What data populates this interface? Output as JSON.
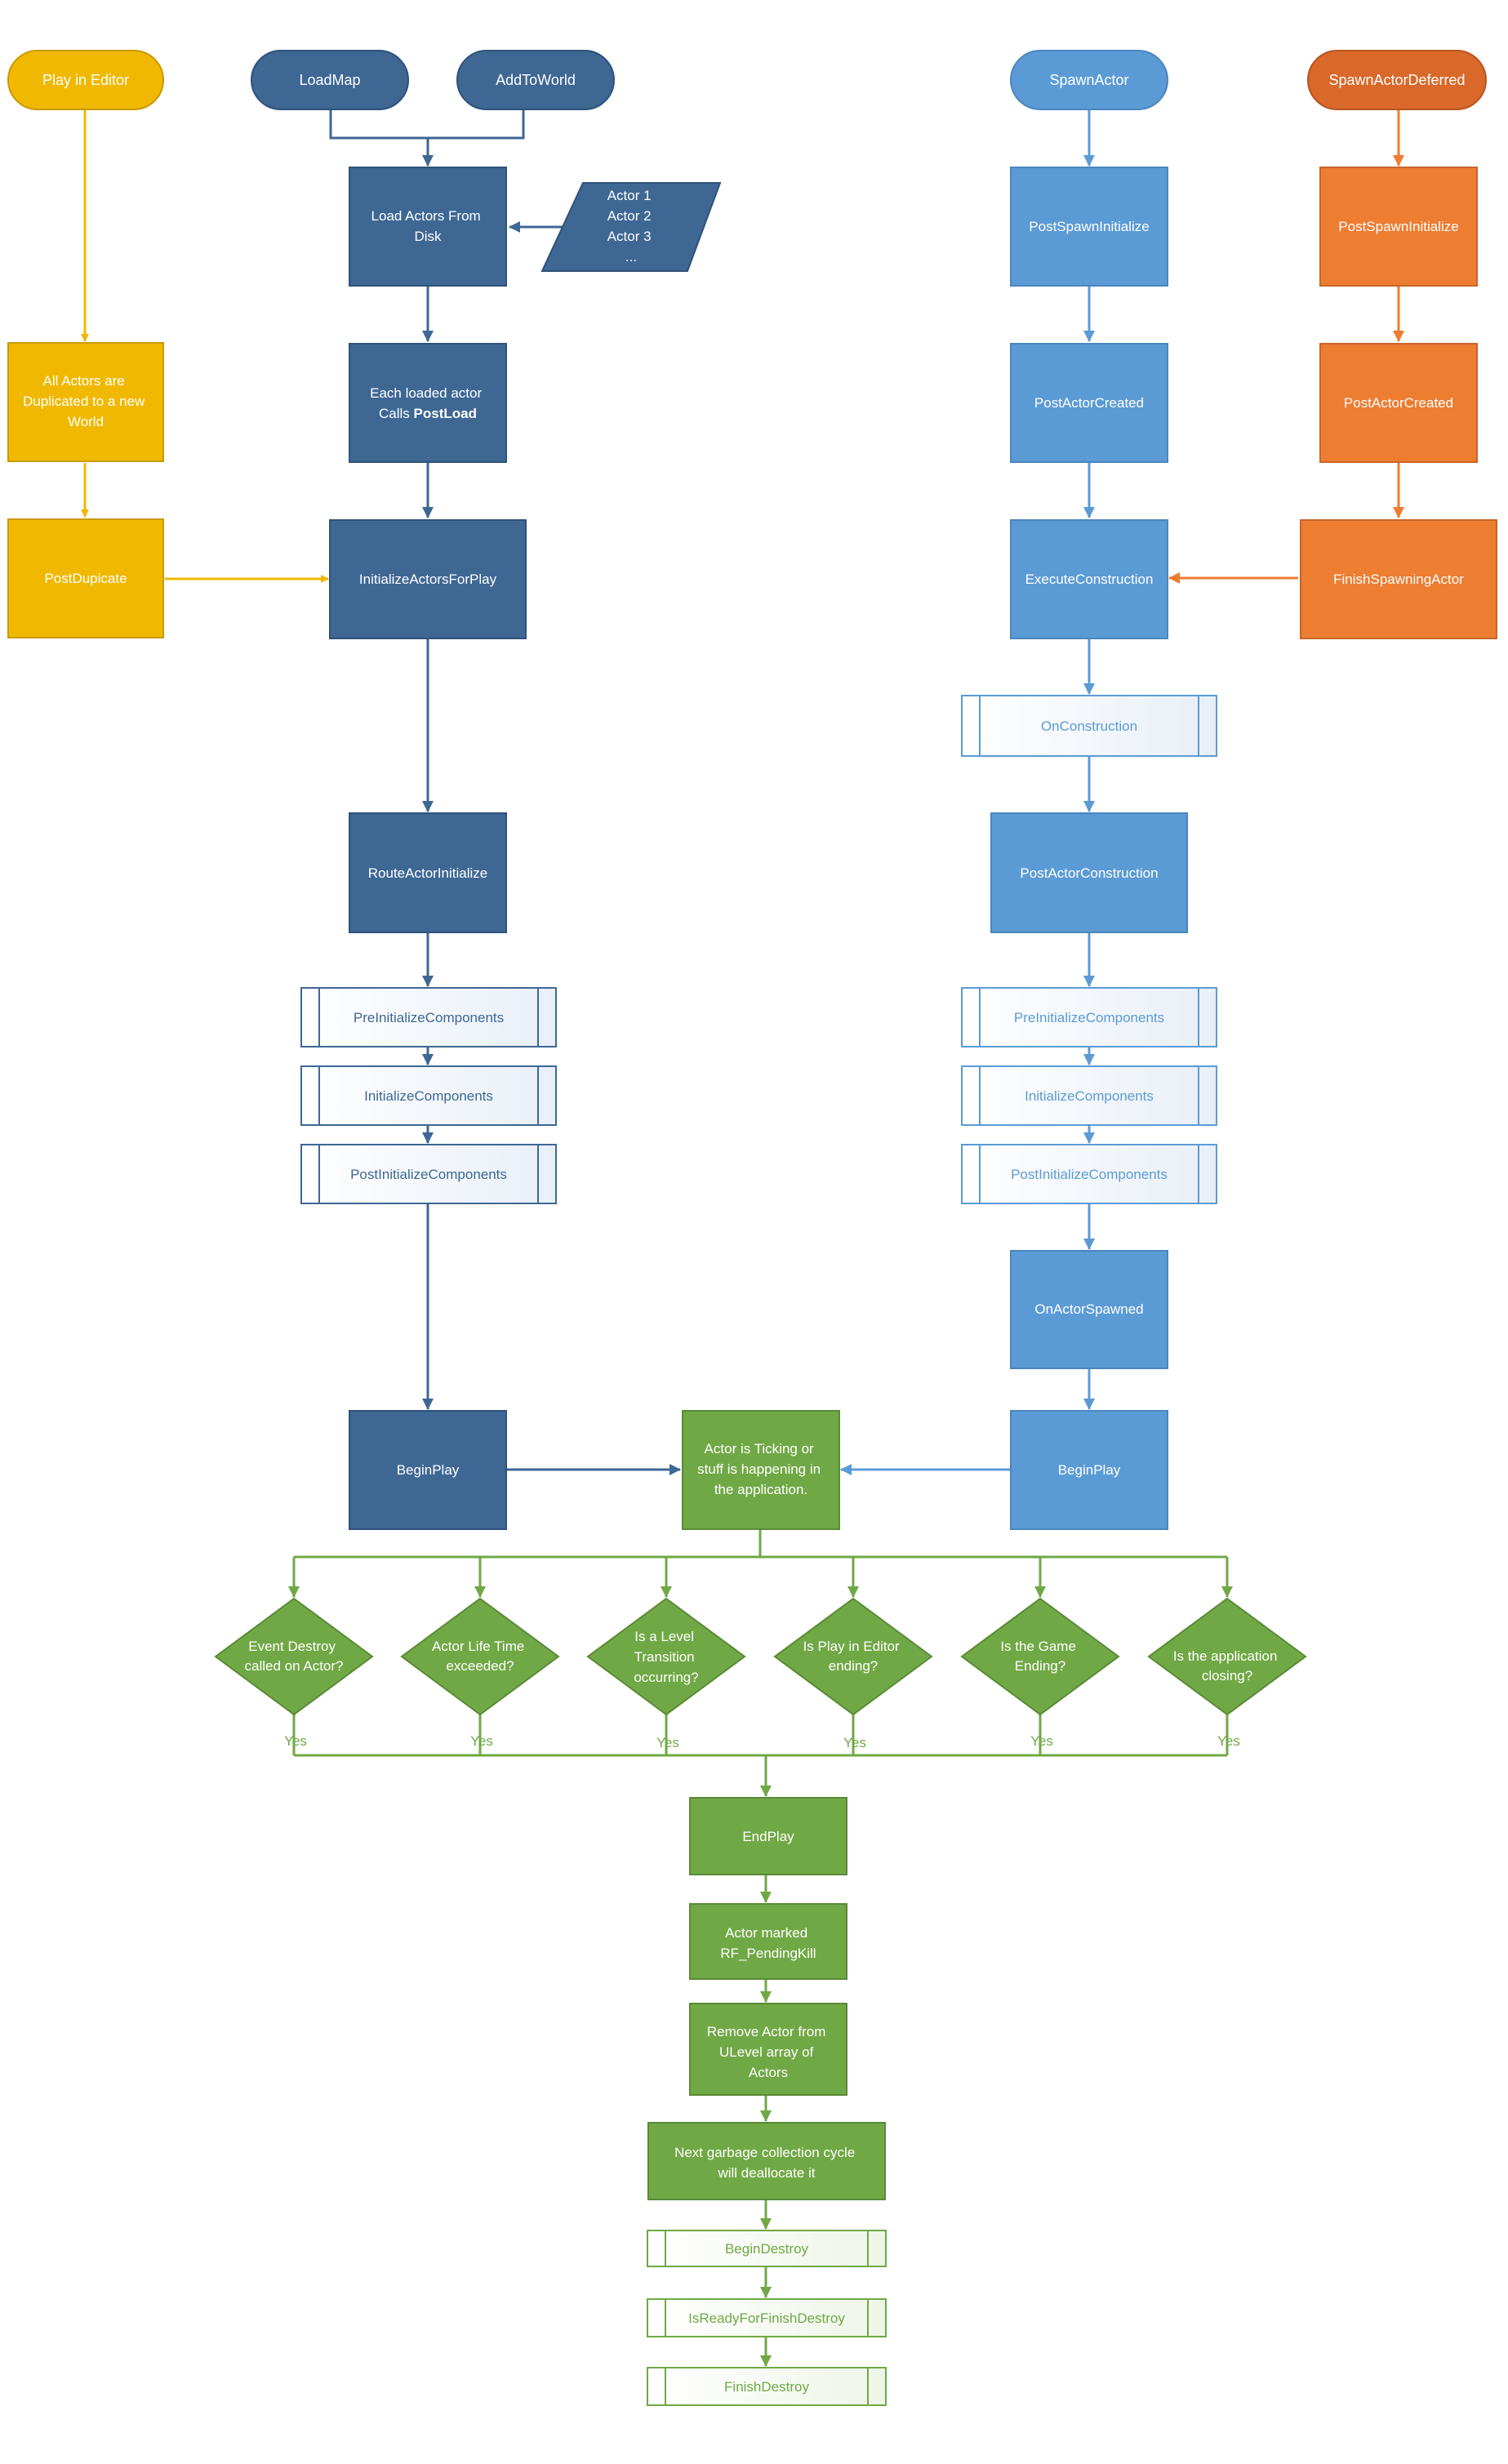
{
  "colors": {
    "editor_yellow": "#f0b800",
    "editor_yellow_stroke": "#c99a00",
    "load_blue": "#3e6794",
    "load_blue_stroke": "#2f5279",
    "spawn_blue": "#5b9bd5",
    "spawn_blue_stroke": "#4a86bd",
    "deferred_orange": "#ed7d31",
    "deferred_orange_stroke": "#c86527",
    "end_green": "#70a845",
    "end_green_stroke": "#5a8a36",
    "line_yellow": "#f0b800",
    "line_dark_blue": "#3e6794",
    "line_light_blue": "#5b9bd5",
    "line_orange": "#ed7d31",
    "line_green": "#70a845"
  },
  "nodes": {
    "play_in_editor": "Play in Editor",
    "actors_duplicated": [
      "All Actors are",
      "Duplicated to a new",
      "World"
    ],
    "post_duplicate": "PostDupicate",
    "load_map": "LoadMap",
    "add_to_world": "AddToWorld",
    "load_actors_from_disk": [
      "Load Actors From",
      "Disk"
    ],
    "actor_list": [
      "Actor 1",
      "Actor 2",
      "Actor 3",
      "..."
    ],
    "each_loaded_actor": "Each loaded actor",
    "calls_prefix": "Calls ",
    "calls_bold": "PostLoad",
    "initialize_actors_for_play": "InitializeActorsForPlay",
    "route_actor_initialize": "RouteActorInitialize",
    "pre_initialize_components_left": "PreInitializeComponents",
    "initialize_components_left": "InitializeComponents",
    "post_initialize_components_left": "PostInitializeComponents",
    "begin_play_left": "BeginPlay",
    "spawn_actor": "SpawnActor",
    "post_spawn_initialize": "PostSpawnInitialize",
    "post_actor_created": "PostActorCreated",
    "execute_construction": "ExecuteConstruction",
    "on_construction": "OnConstruction",
    "post_actor_construction": "PostActorConstruction",
    "pre_initialize_components_right": "PreInitializeComponents",
    "initialize_components_right": "InitializeComponents",
    "post_initialize_components_right": "PostInitializeComponents",
    "on_actor_spawned": "OnActorSpawned",
    "begin_play_right": "BeginPlay",
    "spawn_actor_deferred": "SpawnActorDeferred",
    "post_spawn_initialize_deferred": "PostSpawnInitialize",
    "post_actor_created_deferred": "PostActorCreated",
    "finish_spawning_actor": "FinishSpawningActor",
    "actor_is_ticking": [
      "Actor is Ticking or",
      "stuff is happening in",
      "the application."
    ],
    "decisions": [
      [
        "Event Destroy",
        "called on Actor?"
      ],
      [
        "Actor Life Time",
        "exceeded?"
      ],
      [
        "Is a Level",
        "Transition",
        "occurring?"
      ],
      [
        "Is Play in Editor",
        "ending?"
      ],
      [
        "Is the Game",
        "Ending?"
      ],
      [
        "Is the application",
        "closing?"
      ]
    ],
    "yes_label": "Yes",
    "end_play": "EndPlay",
    "actor_marked": [
      "Actor marked",
      "RF_PendingKill"
    ],
    "remove_actor": [
      "Remove Actor from",
      "ULevel array of",
      "Actors"
    ],
    "next_gc": [
      "Next garbage collection cycle",
      "will deallocate it"
    ],
    "begin_destroy": "BeginDestroy",
    "is_ready_for_finish_destroy": "IsReadyForFinishDestroy",
    "finish_destroy": "FinishDestroy"
  }
}
